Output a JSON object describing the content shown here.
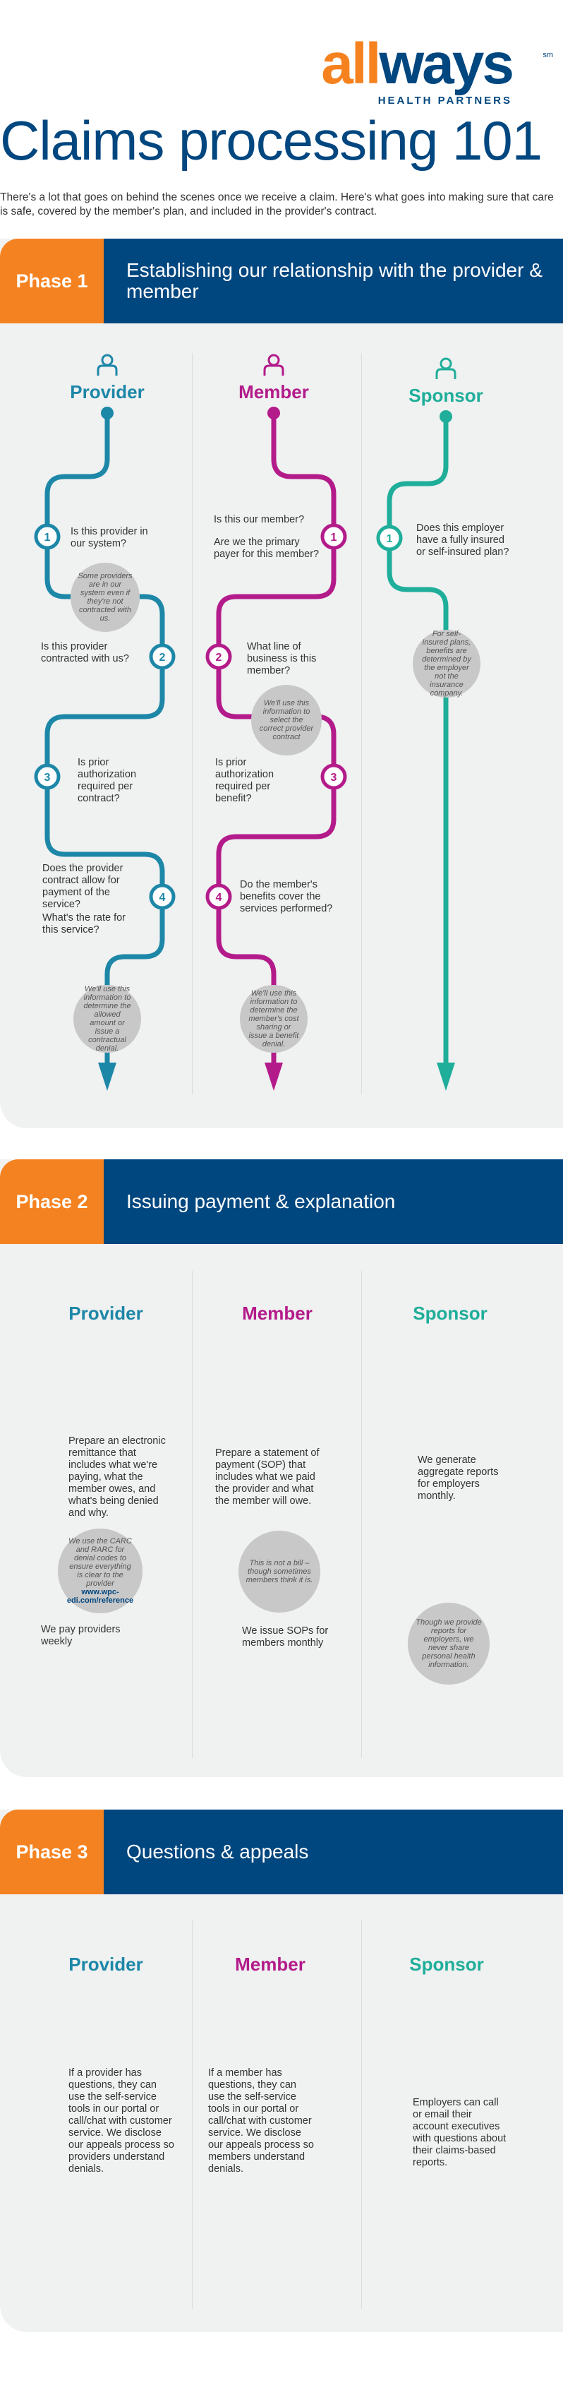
{
  "brand": {
    "word_part1": "all",
    "word_part2": "ways",
    "mark": "sm",
    "tagline": "HEALTH PARTNERS"
  },
  "title": "Claims processing 101",
  "intro": "There's a lot that goes on behind the scenes once we receive a claim. Here's what goes into making sure that care is safe, covered by the member's plan, and included in the provider's contract.",
  "colors": {
    "orange": "#f58220",
    "navy": "#00467f",
    "provider": "#1d87a8",
    "member": "#b31b8a",
    "sponsor": "#1fae9a",
    "panel": "#f0f1f1",
    "note": "#c8c8c8"
  },
  "columns": {
    "provider": "Provider",
    "member": "Member",
    "sponsor": "Sponsor"
  },
  "phase1": {
    "tag": "Phase 1",
    "title": "Establishing our relationship with the provider & member",
    "provider": {
      "s1": "Is this provider in our system?",
      "n1": "Some providers are in our system even if they're not contracted with us.",
      "s2": "Is this provider contracted with us?",
      "s3": "Is prior authorization required per contract?",
      "s4a": "Does the provider contract allow for payment of the service?",
      "s4b": "What's the rate for this service?",
      "n2": "We'll use this information to determine the allowed amount or issue a contractual denial."
    },
    "member": {
      "s1a": "Is this our member?",
      "s1b": "Are we the primary payer for this member?",
      "s2": "What line of business is this member?",
      "n1": "We'll use this information to select the correct provider contract",
      "s3": "Is prior authorization required per benefit?",
      "s4": "Do the member's benefits cover the services performed?",
      "n2": "We'll use this information to determine the member's cost sharing or issue a benefit denial."
    },
    "sponsor": {
      "s1": "Does this employer have a fully insured or self-insured plan?",
      "n1": "For self-insured plans, benefits are determined by the employer not the insurance company."
    }
  },
  "phase2": {
    "tag": "Phase 2",
    "title": "Issuing payment & explanation",
    "provider": {
      "s1": "Prepare an electronic remittance that includes what we're paying, what the member owes, and what's being denied and why.",
      "n1": "We use the CARC and RARC for denial codes to ensure everything is clear to the provider",
      "n1_link": "www.wpc-edi.com/reference",
      "s2": "We pay providers weekly"
    },
    "member": {
      "s1": "Prepare a statement of payment (SOP) that includes what we paid the provider and what the member will owe.",
      "n1": "This is not a bill – though sometimes members think it is.",
      "s2": "We issue SOPs for members monthly"
    },
    "sponsor": {
      "s1": "We generate aggregate reports for employers monthly.",
      "n1": "Though we provide reports for employers, we never share personal health information."
    }
  },
  "phase3": {
    "tag": "Phase 3",
    "title": "Questions & appeals",
    "provider": {
      "s1": "If a provider has questions, they can use the self-service tools in our portal or call/chat with customer service. We disclose our appeals process so providers understand denials."
    },
    "member": {
      "s1": "If a member has questions, they can use the self-service tools in our portal or call/chat with customer service. We disclose our appeals process so members understand denials."
    },
    "sponsor": {
      "s1": "Employers can call or email their account executives with questions about their claims-based reports."
    }
  },
  "steps": {
    "one": "1",
    "two": "2",
    "three": "3",
    "four": "4"
  }
}
